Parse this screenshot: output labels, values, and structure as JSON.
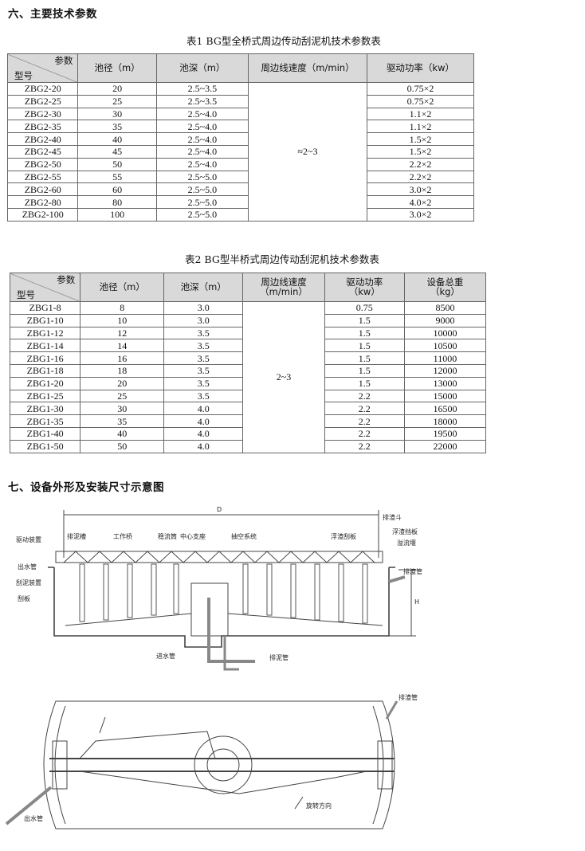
{
  "section6_heading": "六、主要技术参数",
  "table1": {
    "caption": "表1 BG型全桥式周边传动刮泥机技术参数表",
    "corner_top": "参数",
    "corner_bottom": "型号",
    "headers": [
      "池径（m）",
      "池深（m）",
      "周边线速度（m/min）",
      "驱动功率（kw）"
    ],
    "speed_value": "≈2~3",
    "rows": [
      [
        "ZBG2-20",
        "20",
        "2.5~3.5",
        "0.75×2"
      ],
      [
        "ZBG2-25",
        "25",
        "2.5~3.5",
        "0.75×2"
      ],
      [
        "ZBG2-30",
        "30",
        "2.5~4.0",
        "1.1×2"
      ],
      [
        "ZBG2-35",
        "35",
        "2.5~4.0",
        "1.1×2"
      ],
      [
        "ZBG2-40",
        "40",
        "2.5~4.0",
        "1.5×2"
      ],
      [
        "ZBG2-45",
        "45",
        "2.5~4.0",
        "1.5×2"
      ],
      [
        "ZBG2-50",
        "50",
        "2.5~4.0",
        "2.2×2"
      ],
      [
        "ZBG2-55",
        "55",
        "2.5~5.0",
        "2.2×2"
      ],
      [
        "ZBG2-60",
        "60",
        "2.5~5.0",
        "3.0×2"
      ],
      [
        "ZBG2-80",
        "80",
        "2.5~5.0",
        "4.0×2"
      ],
      [
        "ZBG2-100",
        "100",
        "2.5~5.0",
        "3.0×2"
      ]
    ]
  },
  "table2": {
    "caption": "表2 BG型半桥式周边传动刮泥机技术参数表",
    "corner_top": "参数",
    "corner_bottom": "型号",
    "headers": [
      "池径（m）",
      "池深（m）",
      "周边线速度",
      "驱动功率",
      "设备总重"
    ],
    "headers_sub": [
      "",
      "",
      "（m/min）",
      "（kw）",
      "（kg）"
    ],
    "speed_value": "2~3",
    "rows": [
      [
        "ZBG1-8",
        "8",
        "3.0",
        "0.75",
        "8500"
      ],
      [
        "ZBG1-10",
        "10",
        "3.0",
        "1.5",
        "9000"
      ],
      [
        "ZBG1-12",
        "12",
        "3.5",
        "1.5",
        "10000"
      ],
      [
        "ZBG1-14",
        "14",
        "3.5",
        "1.5",
        "10500"
      ],
      [
        "ZBG1-16",
        "16",
        "3.5",
        "1.5",
        "11000"
      ],
      [
        "ZBG1-18",
        "18",
        "3.5",
        "1.5",
        "12000"
      ],
      [
        "ZBG1-20",
        "20",
        "3.5",
        "1.5",
        "13000"
      ],
      [
        "ZBG1-25",
        "25",
        "3.5",
        "2.2",
        "15000"
      ],
      [
        "ZBG1-30",
        "30",
        "4.0",
        "2.2",
        "16500"
      ],
      [
        "ZBG1-35",
        "35",
        "4.0",
        "2.2",
        "18000"
      ],
      [
        "ZBG1-40",
        "40",
        "4.0",
        "2.2",
        "19500"
      ],
      [
        "ZBG1-50",
        "50",
        "4.0",
        "2.2",
        "22000"
      ]
    ]
  },
  "section7_heading": "七、设备外形及安装尺寸示意图",
  "drawing": {
    "dim_d": "D",
    "dim_h": "H",
    "labels_top": {
      "drive": "驱动装置",
      "sludge_tank": "排泥槽",
      "walkway": "工作桥",
      "stabilizer": "稳流筒",
      "center_support": "中心支座",
      "suction": "抽空系统",
      "scum_board": "浮渣刮板",
      "scum_hopper": "排渣斗",
      "scum_baffle": "浮渣挡板",
      "weir": "溢流堰",
      "outlet": "出水管",
      "scraper_device": "刮泥装置",
      "scraper": "刮板",
      "scum_pipe": "排渣管",
      "inlet": "进水管",
      "sludge_pipe": "排泥管"
    },
    "labels_bottom": {
      "scum_pipe": "排渣管",
      "outlet": "出水管",
      "rotation": "旋转方向"
    }
  }
}
